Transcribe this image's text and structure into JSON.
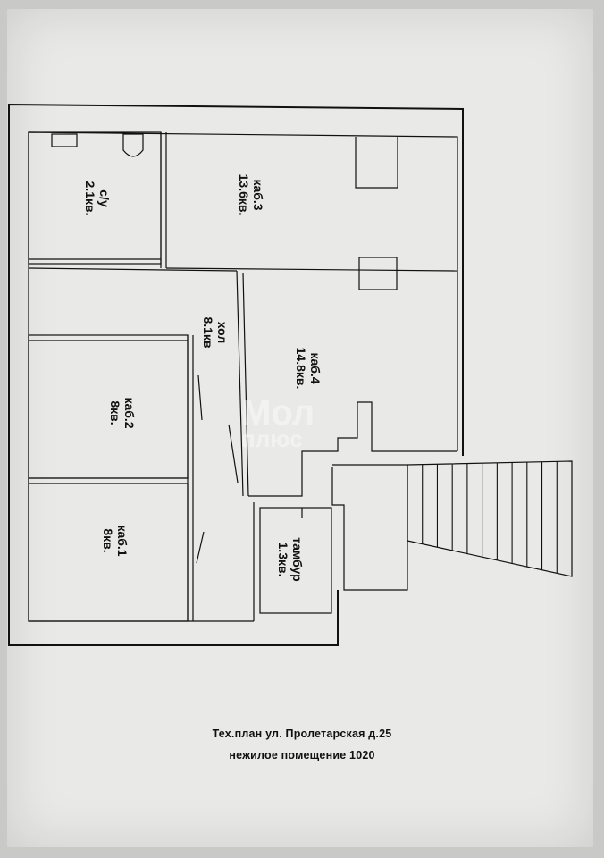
{
  "rooms": [
    {
      "name": "с/у",
      "area": "2.1кв."
    },
    {
      "name": "каб.3",
      "area": "13.6кв."
    },
    {
      "name": "хол",
      "area": "8.1кв"
    },
    {
      "name": "каб.4",
      "area": "14.8кв."
    },
    {
      "name": "каб.2",
      "area": "8кв."
    },
    {
      "name": "каб.1",
      "area": "8кв."
    },
    {
      "name": "тамбур",
      "area": "1.3кв."
    }
  ],
  "caption": {
    "line1": "Тех.план ул. Пролетарская  д.25",
    "line2": "нежилое помещение  1020"
  },
  "watermark": {
    "top": "Мол",
    "bottom": "плюс"
  }
}
